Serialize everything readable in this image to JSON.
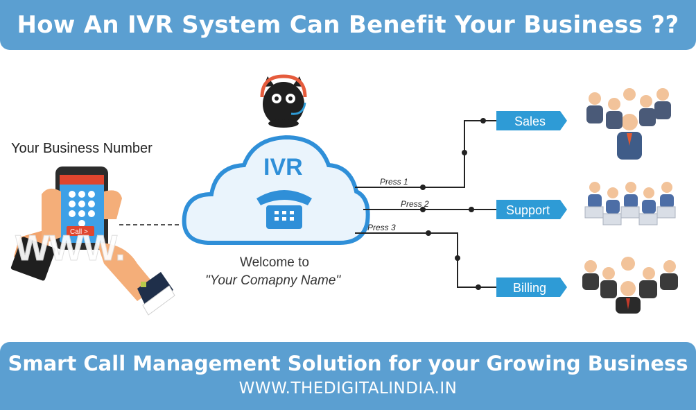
{
  "header": {
    "title": "How An IVR System Can Benefit Your Business ??"
  },
  "diagram": {
    "business_label": "Your Business Number",
    "call_button": "Call >",
    "watermark": "WWW.",
    "ivr_label": "IVR",
    "welcome_line1": "Welcome to",
    "welcome_line2": "\"Your Comapny Name\"",
    "press1": "Press 1",
    "press2": "Press 2",
    "press3": "Press 3",
    "sales": "Sales",
    "support": "Support",
    "billing": "Billing"
  },
  "footer": {
    "title": "Smart Call Management Solution for your Growing Business",
    "url": "WWW.THEDIGITALINDIA.IN"
  },
  "colors": {
    "banner": "#5b9fd1",
    "cloud": "#2f8fd8",
    "tag": "#2e9bd6",
    "line": "#222222"
  }
}
